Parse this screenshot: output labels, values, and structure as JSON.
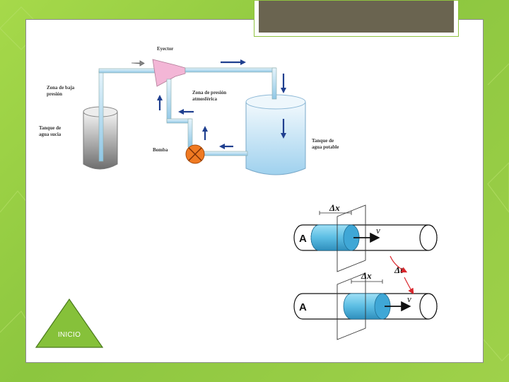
{
  "slide": {
    "nav_button_label": "INICIO"
  },
  "ejector_diagram": {
    "labels": {
      "ejector": "Eyector",
      "low_pressure_1": "Zona de baja",
      "low_pressure_2": "presión",
      "atm_pressure_1": "Zona de presión",
      "atm_pressure_2": "atmosférica",
      "dirty_tank_1": "Tanque de",
      "dirty_tank_2": "agua sucia",
      "pump": "Bomba",
      "clean_tank_1": "Tanque de",
      "clean_tank_2": "agua potable"
    }
  },
  "flow_diagram": {
    "area_label": "A",
    "displacement_label": "Δx",
    "velocity_label": "v",
    "time_label": "Δt"
  },
  "colors": {
    "background_green": "#8cc63f",
    "title_box_fill": "#6a6450",
    "triangle_fill": "#86c13a",
    "water_blue": "#5bb8e0",
    "arrow_dark_blue": "#1f3f8f",
    "pump_orange": "#f07a22",
    "ejector_pink": "#f3b6d6"
  }
}
